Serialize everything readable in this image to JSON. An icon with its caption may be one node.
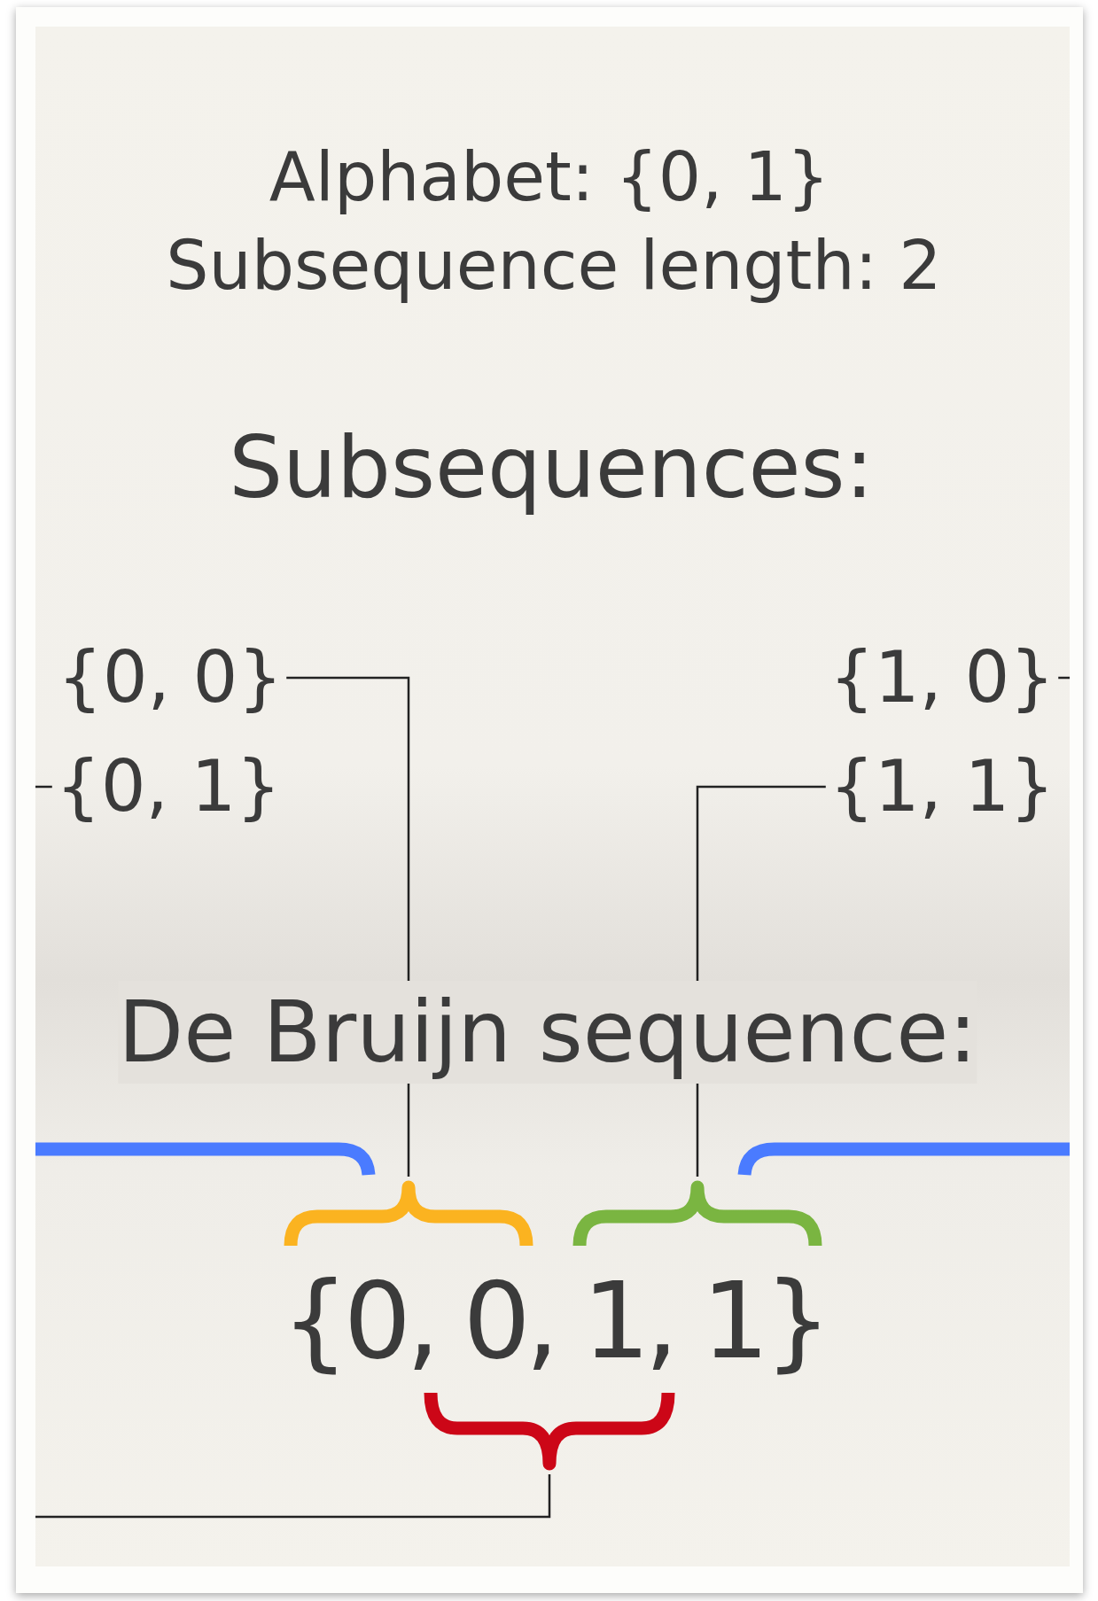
{
  "diagram": {
    "nodes": [
      {
        "text": [
          "{0, 0}"
        ]
      },
      {
        "text": [
          "{0, 1}"
        ]
      },
      {
        "text": [
          "{1, 0}"
        ]
      },
      {
        "text": [
          "{1, 1}"
        ]
      },
      {
        "text": [],
        "shape": "brace"
      },
      {
        "text": [],
        "shape": "brace"
      },
      {
        "text": [],
        "shape": "brace"
      },
      {
        "text": [],
        "shape": "brace"
      },
      {
        "text": [],
        "shape": "brace"
      }
    ],
    "edges": [
      {
        "from": 0,
        "to": 5,
        "arrow": "none"
      },
      {
        "from": 1,
        "to": null,
        "arrow": "none"
      },
      {
        "from": 2,
        "to": null,
        "arrow": "none"
      },
      {
        "from": 3,
        "to": 6,
        "arrow": "none"
      },
      {
        "from": 8,
        "to": null,
        "arrow": "none"
      }
    ],
    "labels": [
      "Alphabet: {0, 1}",
      "Subsequence length: 2",
      "Subsequences:",
      "De Bruijn sequence:",
      "{0, 0, 1, 1}"
    ]
  }
}
